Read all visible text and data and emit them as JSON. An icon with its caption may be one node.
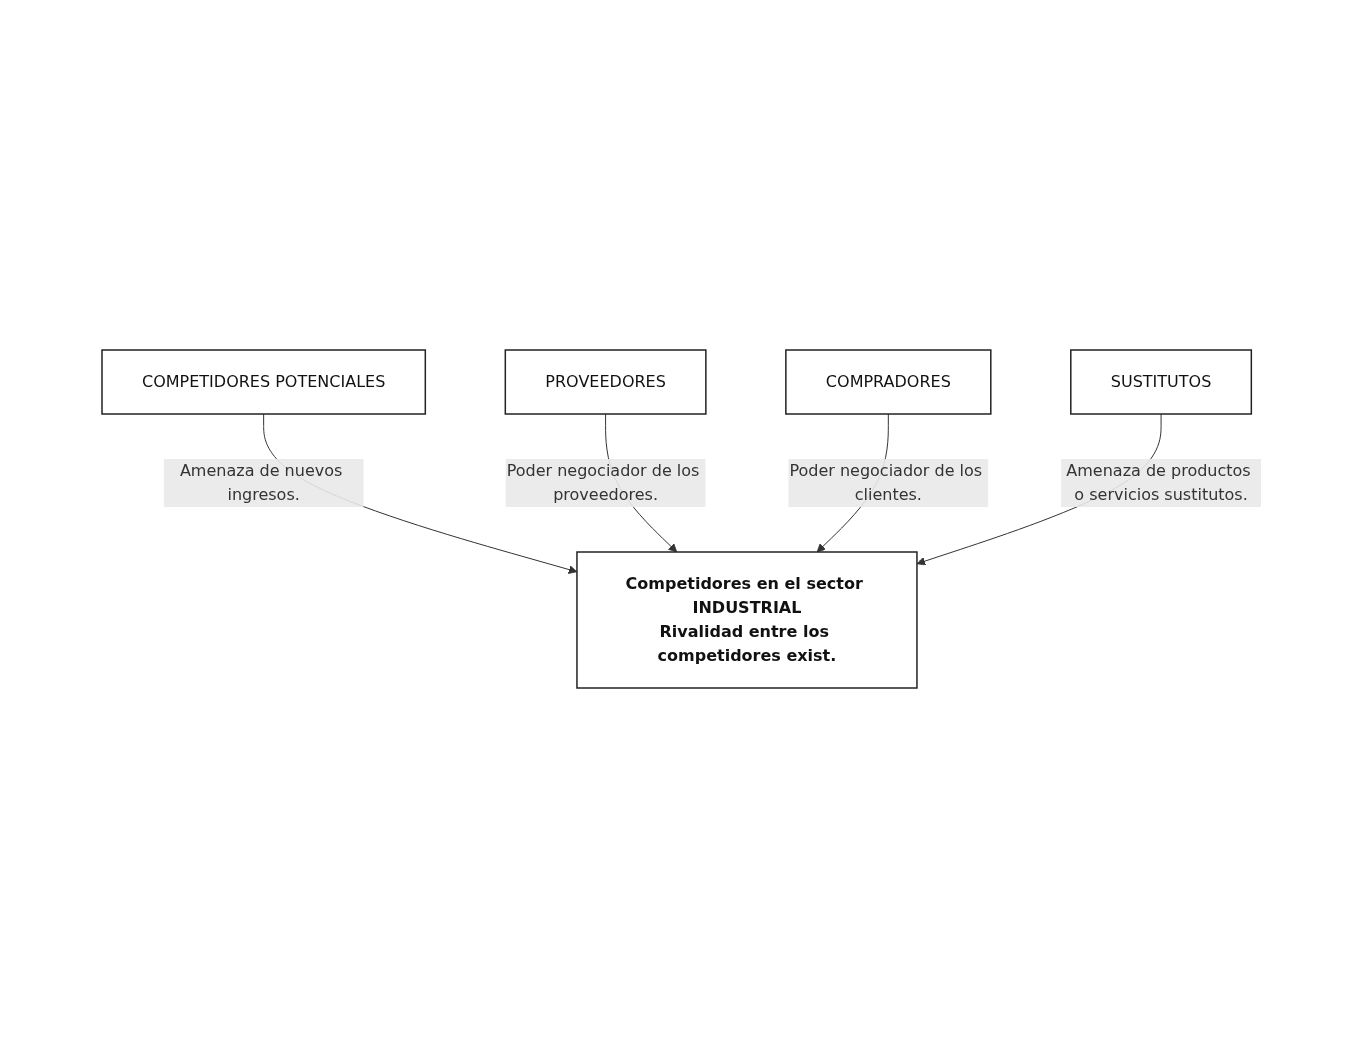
{
  "diagram": {
    "nodes": [
      {
        "text": [
          "COMPETIDORES POTENCIALES"
        ]
      },
      {
        "text": [
          "Competidores en el sector INDUSTRIAL",
          "Rivalidad entre los competidores exist."
        ]
      },
      {
        "text": [
          "PROVEEDORES"
        ]
      },
      {
        "text": [
          "COMPRADORES"
        ]
      },
      {
        "text": [
          "SUSTITUTOS"
        ]
      }
    ],
    "edges": [
      {
        "from": 0,
        "to": 1,
        "arrow": "to",
        "label": "Amenaza de nuevos ingresos."
      },
      {
        "from": 2,
        "to": 1,
        "arrow": "to",
        "label": "Poder negociador de los proveedores."
      },
      {
        "from": 3,
        "to": 1,
        "arrow": "to",
        "label": "Poder negociador de los clientes."
      },
      {
        "from": 4,
        "to": 1,
        "arrow": "to",
        "label": "Amenaza de productos o servicios sustitutos."
      }
    ]
  }
}
